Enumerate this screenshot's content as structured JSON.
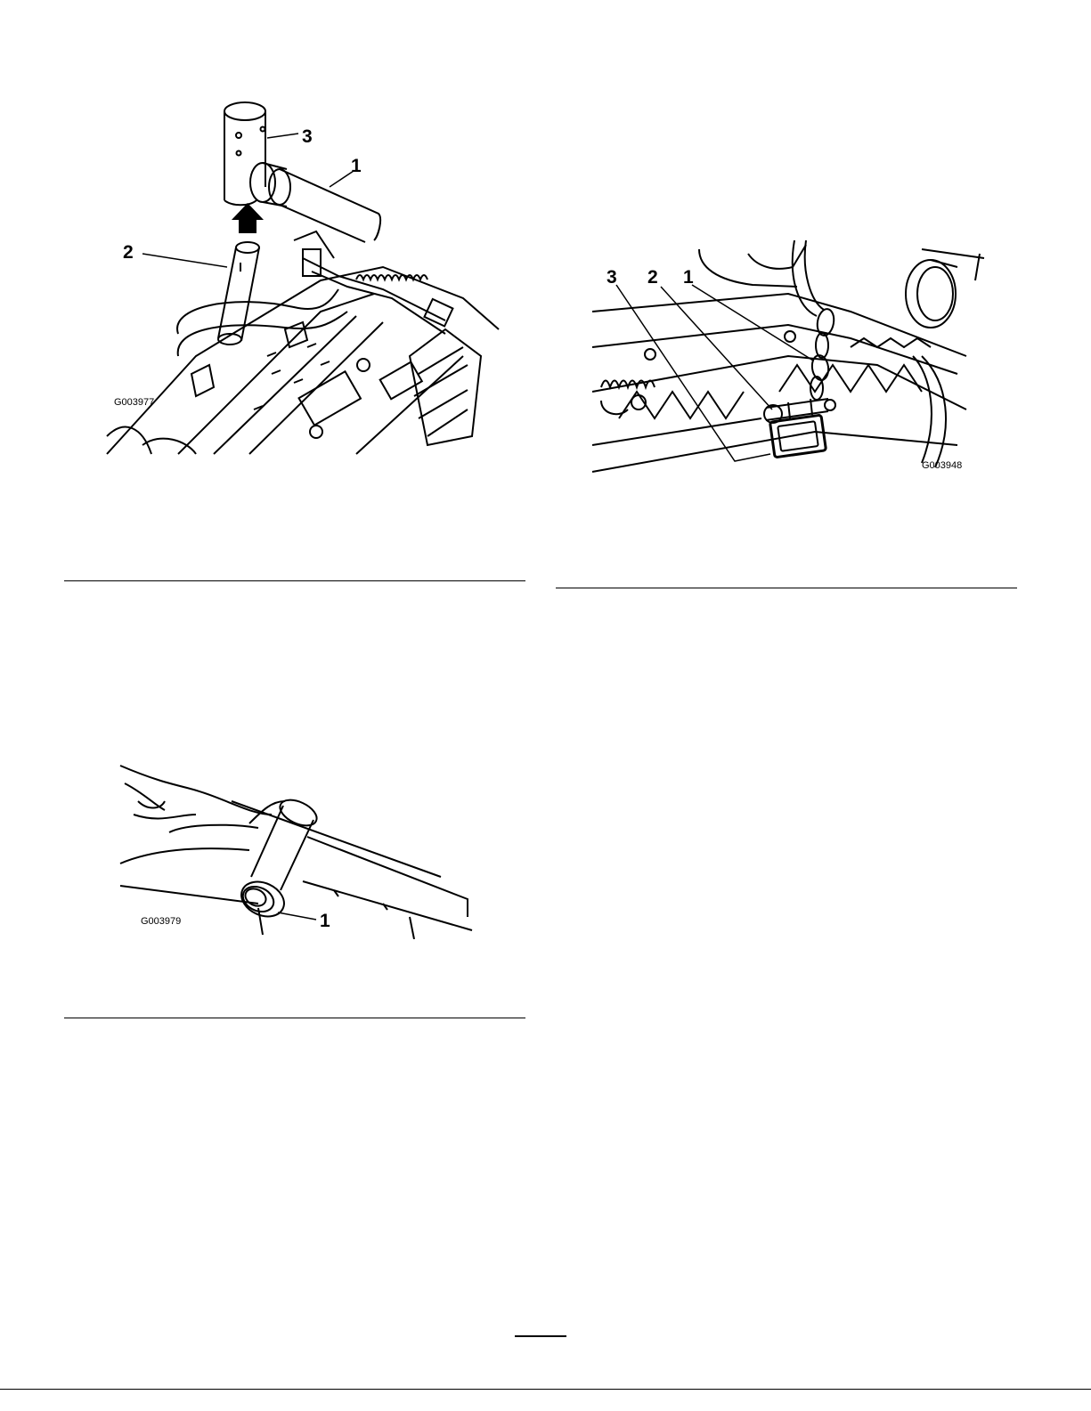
{
  "figures": [
    {
      "id": "fig-a",
      "code": "G003977",
      "callouts": [
        "1",
        "2",
        "3"
      ]
    },
    {
      "id": "fig-b",
      "code": "G003948",
      "callouts": [
        "1",
        "2",
        "3"
      ]
    },
    {
      "id": "fig-c",
      "code": "G003979",
      "callouts": [
        "1"
      ]
    }
  ]
}
